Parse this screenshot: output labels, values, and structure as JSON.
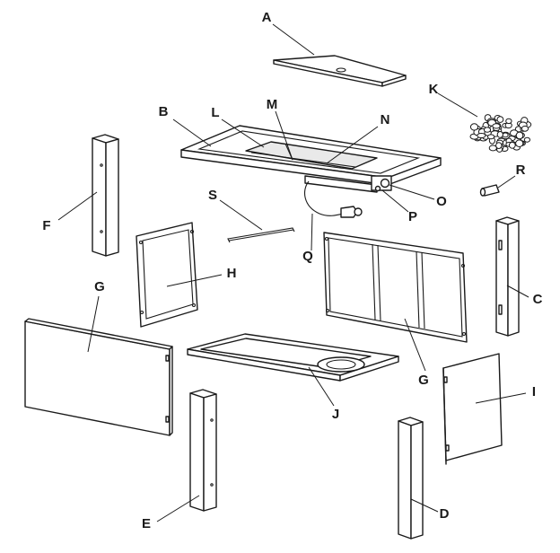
{
  "diagram": {
    "callouts": {
      "A": "A",
      "B": "B",
      "C": "C",
      "D": "D",
      "E": "E",
      "F": "F",
      "G_left": "G",
      "G_right": "G",
      "H": "H",
      "I": "I",
      "J": "J",
      "K": "K",
      "L": "L",
      "M": "M",
      "N": "N",
      "O": "O",
      "P": "P",
      "Q": "Q",
      "R": "R",
      "S": "S"
    }
  }
}
